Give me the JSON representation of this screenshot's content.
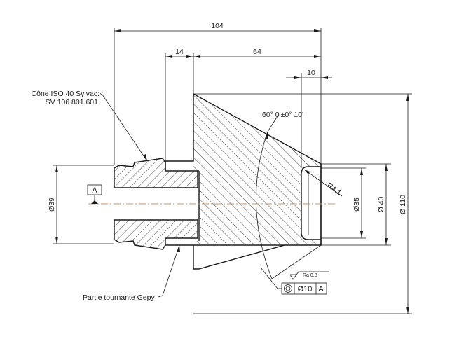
{
  "drawing": {
    "title": "Cône ISO 40 Sylvac assembly section",
    "centerline_color": "#c8956a",
    "line_color": "#1a1a1a"
  },
  "dimensions": {
    "overall_length": "104",
    "shank_length": "14",
    "body_length": "64",
    "recess_depth": "10",
    "bore_diameter": "Ø35",
    "nose_diameter": "Ø 40",
    "flange_diameter": "Ø 110",
    "shank_diameter": "Ø39",
    "fillet_radius": "R4.1",
    "cone_angle": "60° 0'±0° 10'"
  },
  "annotations": {
    "cone_label_line1": "Cône ISO 40 Sylvac:",
    "cone_label_line2": "SV 106.801.601",
    "rotating_part_label": "Partie tournante Gepy",
    "datum_label": "A",
    "surface_finish": "Ra 0.8"
  },
  "gdt": {
    "symbol": "concentricity-icon",
    "tolerance": "Ø10",
    "datum": "A"
  }
}
